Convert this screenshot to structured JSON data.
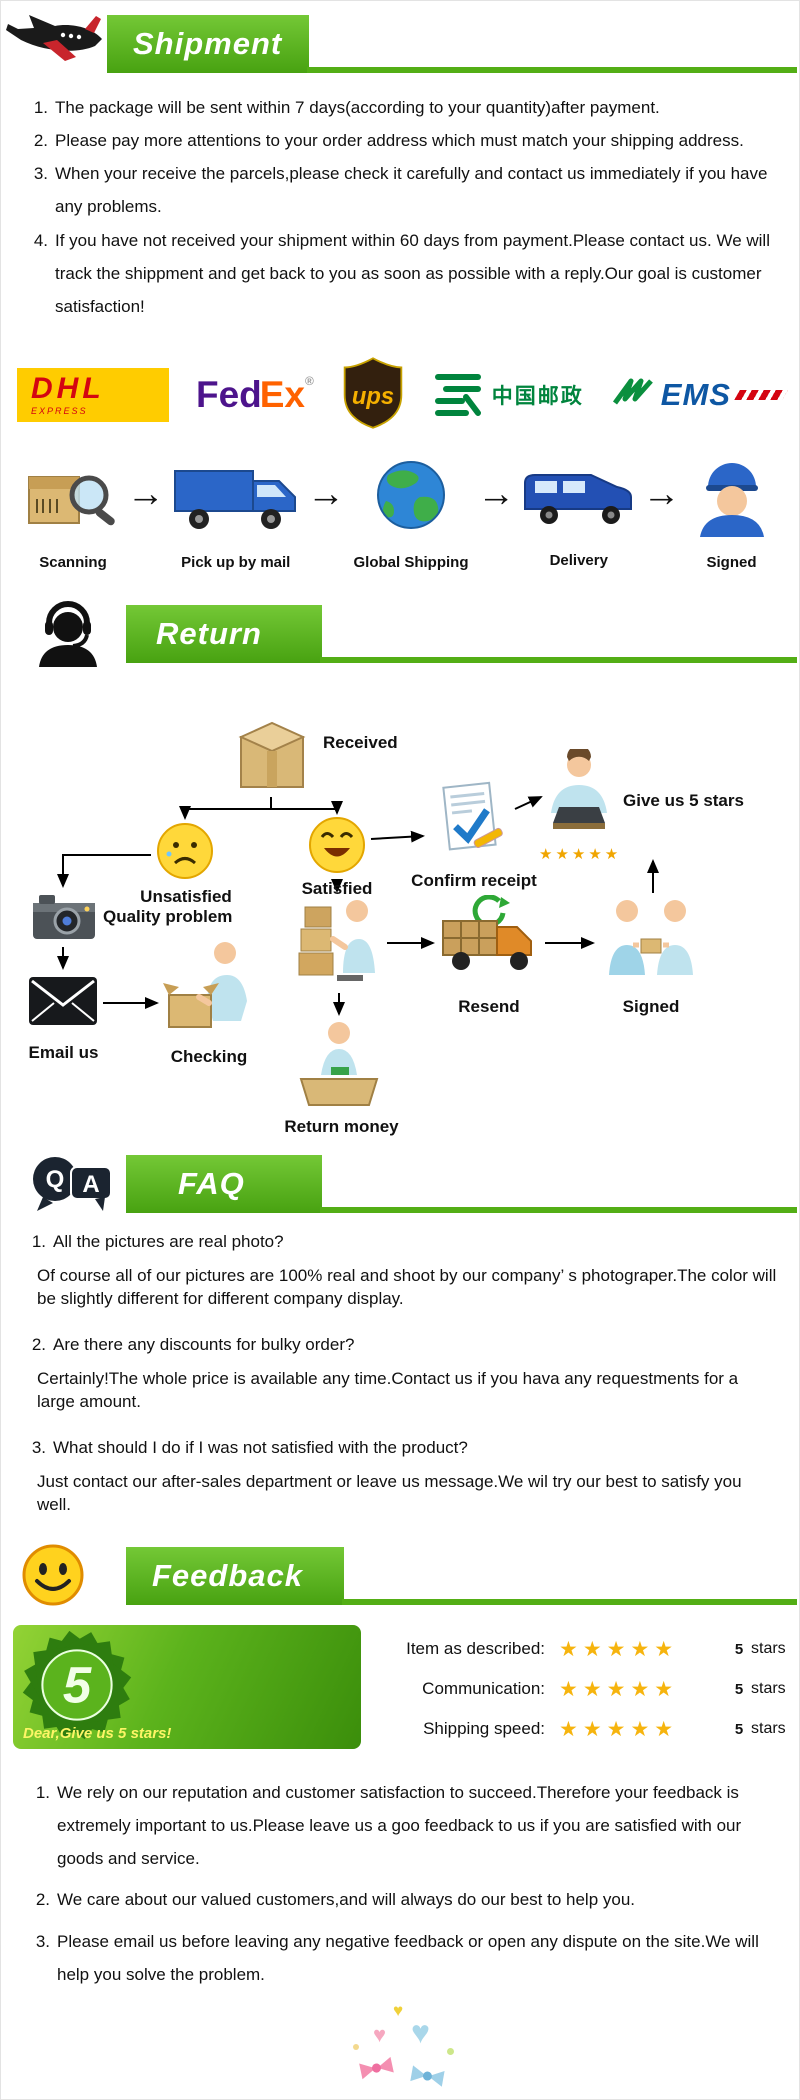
{
  "icons": {
    "arrow_right": "→",
    "stars_five": "★★★★★",
    "heart": "♥"
  },
  "shipment": {
    "title": "Shipment",
    "items": [
      {
        "n": "1.",
        "text": "The package will be sent within 7 days(according to your quantity)after payment."
      },
      {
        "n": "2.",
        "text": "Please pay more attentions to your order address which must match your shipping address."
      },
      {
        "n": "3.",
        "text": "When your receive the parcels,please check it carefully and contact us immediately if you have any problems."
      },
      {
        "n": "4.",
        "text": "If you have not received your shipment within 60 days from payment.Please contact us. We will track the shippment and get back to you as soon as possible with a reply.Our goal is customer satisfaction!"
      }
    ],
    "flow": [
      "Scanning",
      "Pick up by mail",
      "Global Shipping",
      "Delivery",
      "Signed"
    ]
  },
  "carriers": {
    "dhl": "DHL",
    "dhl_sub": "EXPRESS",
    "fedex_fed": "Fed",
    "fedex_ex": "Ex",
    "fedex_reg": "®",
    "ups": "ups",
    "china_post": "中国邮政",
    "ems": "EMS"
  },
  "return": {
    "title": "Return",
    "nodes": {
      "received": "Received",
      "unsatisfied": "Unsatisfied",
      "satisfied": "Satisfied",
      "confirm": "Confirm receipt",
      "five_stars": "Give us 5 stars",
      "quality": "Quality problem",
      "email": "Email us",
      "checking": "Checking",
      "return_money": "Return money",
      "resend": "Resend",
      "signed": "Signed"
    }
  },
  "faq": {
    "title": "FAQ",
    "icon_q": "Q",
    "icon_a": "A",
    "items": [
      {
        "n": "1.",
        "q": "All the pictures are real photo?",
        "a": "Of course all of our pictures are 100% real and shoot by our company’ s photograper.The color will be slightly different for different company display."
      },
      {
        "n": "2.",
        "q": "Are there any discounts for bulky order?",
        "a": "Certainly!The whole price is available any time.Contact us if you hava any requestments for a large amount."
      },
      {
        "n": "3.",
        "q": "What should I do if I was not satisfied with the product?",
        "a": "Just contact our after-sales department or leave us message.We wil try our best to satisfy you well."
      }
    ]
  },
  "feedback": {
    "title": "Feedback",
    "badge": {
      "number": "5",
      "caption": "Dear,Give us 5 stars!"
    },
    "ratings": [
      {
        "label": "Item as described:",
        "stars": "★★★★★",
        "score": "5",
        "unit": "stars"
      },
      {
        "label": "Communication:",
        "stars": "★★★★★",
        "score": "5",
        "unit": "stars"
      },
      {
        "label": "Shipping speed:",
        "stars": "★★★★★",
        "score": "5",
        "unit": "stars"
      }
    ],
    "items": [
      {
        "n": "1.",
        "text": "We rely on our reputation and customer satisfaction to succeed.Therefore your feedback is extremely important to us.Please leave us a goo feedback to us if you are satisfied with our goods and service."
      },
      {
        "n": "2.",
        "text": "We care about our valued customers,and will always do our best to help you."
      },
      {
        "n": "3.",
        "text": "Please email us before leaving any negative feedback or open any dispute on the site.We will help you solve the problem."
      }
    ]
  }
}
